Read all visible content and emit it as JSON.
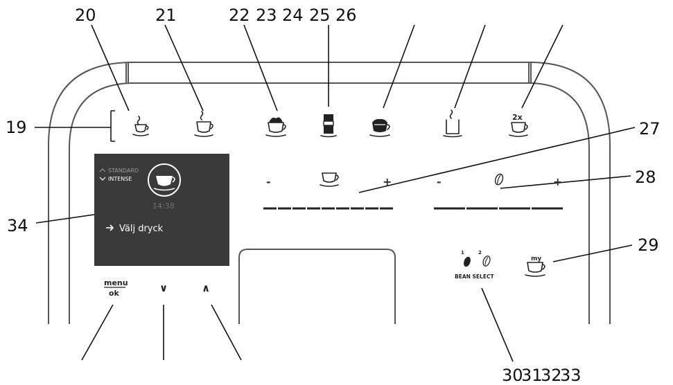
{
  "callouts": {
    "n19": "19",
    "n20": "20",
    "n21": "21",
    "n22": "22",
    "n23": "23",
    "n24": "24",
    "n25": "25",
    "n26": "26",
    "n27": "27",
    "n28": "28",
    "n29": "29",
    "n30": "30",
    "n31": "31",
    "n32": "32",
    "n33": "33",
    "n34": "34"
  },
  "display": {
    "option_standard": "STANDARD",
    "option_intense": "INTENSE",
    "time": "14:38",
    "prompt": "Välj dryck"
  },
  "buttons": {
    "menu": "menu",
    "ok": "ok",
    "down": "∨",
    "up": "∧",
    "minus": "-",
    "plus": "+",
    "two_x": "2x",
    "my": "my",
    "bean_1": "1",
    "bean_2": "2",
    "bean_select": "BEAN SELECT"
  },
  "icons": {
    "arrow": "right-arrow-icon",
    "cup": "cup-icon",
    "bean": "coffee-bean-icon"
  },
  "colors": {
    "screen": "#3a3a3a",
    "lines": "#111111"
  }
}
